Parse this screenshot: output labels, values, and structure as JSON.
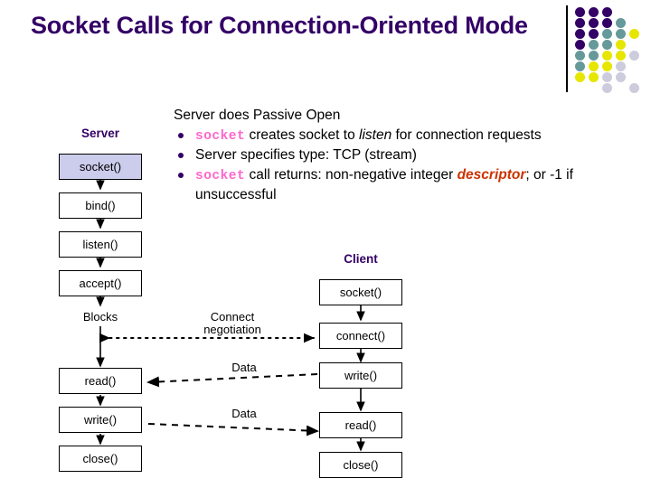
{
  "slide": {
    "title": "Socket Calls for Connection-Oriented Mode"
  },
  "logo": {
    "name": "decorative-dot-grid",
    "colors": {
      "purple": "#330066",
      "teal": "#669999",
      "yellow": "#e6e600",
      "lavender": "#ccccdd",
      "divider": "#000000"
    },
    "dots": [
      {
        "col": 0,
        "row": 0,
        "color": "#330066"
      },
      {
        "col": 1,
        "row": 0,
        "color": "#330066"
      },
      {
        "col": 2,
        "row": 0,
        "color": "#330066"
      },
      {
        "col": 0,
        "row": 1,
        "color": "#330066"
      },
      {
        "col": 1,
        "row": 1,
        "color": "#330066"
      },
      {
        "col": 2,
        "row": 1,
        "color": "#330066"
      },
      {
        "col": 3,
        "row": 1,
        "color": "#669999"
      },
      {
        "col": 0,
        "row": 2,
        "color": "#330066"
      },
      {
        "col": 1,
        "row": 2,
        "color": "#330066"
      },
      {
        "col": 2,
        "row": 2,
        "color": "#669999"
      },
      {
        "col": 3,
        "row": 2,
        "color": "#669999"
      },
      {
        "col": 4,
        "row": 2,
        "color": "#e6e600"
      },
      {
        "col": 0,
        "row": 3,
        "color": "#330066"
      },
      {
        "col": 1,
        "row": 3,
        "color": "#669999"
      },
      {
        "col": 2,
        "row": 3,
        "color": "#669999"
      },
      {
        "col": 3,
        "row": 3,
        "color": "#e6e600"
      },
      {
        "col": 0,
        "row": 4,
        "color": "#669999"
      },
      {
        "col": 1,
        "row": 4,
        "color": "#669999"
      },
      {
        "col": 2,
        "row": 4,
        "color": "#e6e600"
      },
      {
        "col": 3,
        "row": 4,
        "color": "#e6e600"
      },
      {
        "col": 4,
        "row": 4,
        "color": "#ccccdd"
      },
      {
        "col": 0,
        "row": 5,
        "color": "#669999"
      },
      {
        "col": 1,
        "row": 5,
        "color": "#e6e600"
      },
      {
        "col": 2,
        "row": 5,
        "color": "#e6e600"
      },
      {
        "col": 3,
        "row": 5,
        "color": "#ccccdd"
      },
      {
        "col": 0,
        "row": 6,
        "color": "#e6e600"
      },
      {
        "col": 1,
        "row": 6,
        "color": "#e6e600"
      },
      {
        "col": 2,
        "row": 6,
        "color": "#ccccdd"
      },
      {
        "col": 3,
        "row": 6,
        "color": "#ccccdd"
      },
      {
        "col": 2,
        "row": 7,
        "color": "#ccccdd"
      },
      {
        "col": 4,
        "row": 7,
        "color": "#ccccdd"
      }
    ]
  },
  "body": {
    "lead": "Server does Passive Open",
    "bullets": [
      {
        "parts": [
          {
            "text": "socket",
            "style": "kw"
          },
          {
            "text": " creates socket to ",
            "style": "plain"
          },
          {
            "text": "listen",
            "style": "italic"
          },
          {
            "text": " for connection requests",
            "style": "plain"
          }
        ]
      },
      {
        "parts": [
          {
            "text": "Server specifies type: TCP (stream)",
            "style": "plain"
          }
        ]
      },
      {
        "parts": [
          {
            "text": "socket",
            "style": "kw"
          },
          {
            "text": " call returns:  non-negative integer ",
            "style": "plain"
          },
          {
            "text": "descriptor",
            "style": "descriptor"
          },
          {
            "text": "; or -1 if unsuccessful",
            "style": "plain"
          }
        ]
      }
    ]
  },
  "diagram": {
    "server_heading": "Server",
    "client_heading": "Client",
    "server_nodes": [
      {
        "label": "socket()",
        "filled": true
      },
      {
        "label": "bind()",
        "filled": false
      },
      {
        "label": "listen()",
        "filled": false
      },
      {
        "label": "accept()",
        "filled": false
      },
      {
        "label": "read()",
        "filled": false
      },
      {
        "label": "write()",
        "filled": false
      },
      {
        "label": "close()",
        "filled": false
      }
    ],
    "server_blocks_label": "Blocks",
    "client_nodes": [
      {
        "label": "socket()",
        "filled": false
      },
      {
        "label": "connect()",
        "filled": false
      },
      {
        "label": "write()",
        "filled": false
      },
      {
        "label": "read()",
        "filled": false
      },
      {
        "label": "close()",
        "filled": false
      }
    ],
    "edge_labels": {
      "connect": "Connect negotiation",
      "data_up": "Data",
      "data_down": "Data"
    }
  }
}
